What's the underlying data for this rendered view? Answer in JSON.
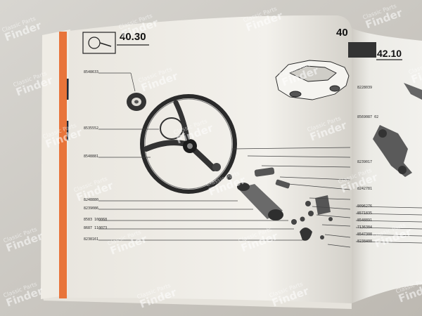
{
  "left_page": {
    "header_number": "40.30",
    "header_sub": "",
    "codes": [
      "8548633",
      "8535552",
      "8548881",
      "8248880",
      "8239086",
      "8583 100068",
      "8687 110073",
      "8238161"
    ]
  },
  "right_page": {
    "edge_number": "40",
    "header_number": "42.10",
    "codes_left": [
      "8228039",
      "8569087 02",
      "8239017",
      "8242781"
    ],
    "codes_right": [
      "8096276",
      "8571835",
      "8548891",
      "7136384",
      "8547308",
      "8238408"
    ]
  },
  "watermark": {
    "line1": "Classic Parts",
    "line2": "Finder"
  },
  "colors": {
    "paper": "#f1efea",
    "spine_orange": "#e8743a",
    "background": "#c9c6c0",
    "ink": "#1a1a1a"
  }
}
